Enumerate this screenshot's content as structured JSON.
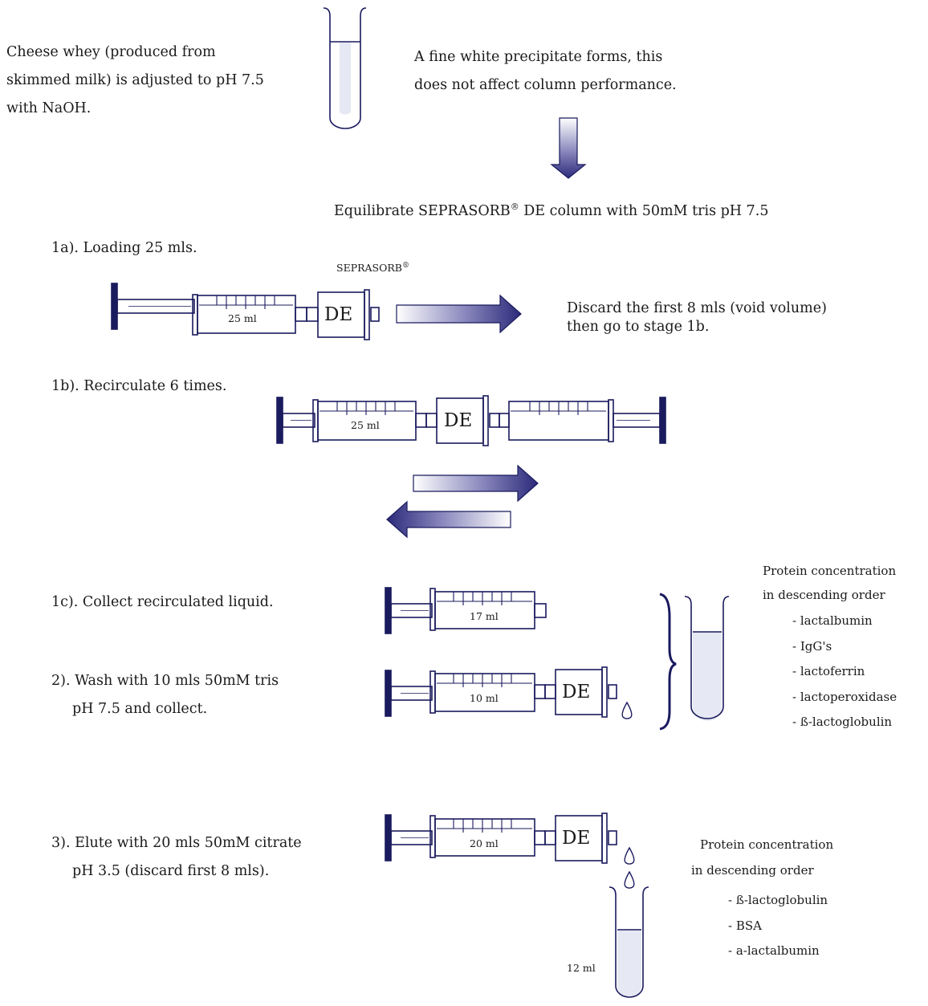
{
  "intro": {
    "whey_lines": [
      "Cheese whey (produced from",
      "skimmed milk) is adjusted to pH 7.5",
      "with NaOH."
    ],
    "precipitate_lines": [
      "A fine white precipitate forms, this",
      "does not affect column performance."
    ],
    "equilibrate_pre": "Equilibrate SEPRASORB",
    "equilibrate_reg": "®",
    "equilibrate_post": " DE column with 50mM tris pH 7.5"
  },
  "step_1a": {
    "label": "1a). Loading 25 mls.",
    "column_brand": "SEPRASORB",
    "column_brand_reg": "®",
    "syringe_volume": "25 ml",
    "column_label": "DE",
    "note_lines": [
      "Discard the first 8 mls (void volume)",
      "then go to stage 1b."
    ]
  },
  "step_1b": {
    "label": "1b). Recirculate 6 times.",
    "syringe_volume": "25 ml",
    "column_label": "DE"
  },
  "step_1c": {
    "label": "1c). Collect recirculated liquid.",
    "syringe_volume": "17 ml"
  },
  "step_2": {
    "label_lines": [
      "2). Wash with 10 mls 50mM tris",
      "pH 7.5 and collect."
    ],
    "syringe_volume": "10 ml",
    "column_label": "DE"
  },
  "fraction_a": {
    "heading_lines": [
      "Protein concentration",
      "in descending order"
    ],
    "proteins": [
      "lactalbumin",
      "IgG's",
      "lactoferrin",
      "lactoperoxidase",
      "ß-lactoglobulin"
    ]
  },
  "step_3": {
    "label_lines": [
      "3). Elute with 20 mls 50mM citrate",
      "pH 3.5 (discard first 8 mls)."
    ],
    "syringe_volume": "20 ml",
    "column_label": "DE",
    "tube_volume": "12 ml"
  },
  "fraction_b": {
    "heading_lines": [
      "Protein concentration",
      "in descending order"
    ],
    "proteins": [
      "ß-lactoglobulin",
      "BSA",
      "a-lactalbumin"
    ]
  },
  "colors": {
    "ink": "#1a1a5e",
    "arrow_dark": "#2b2a7a",
    "liquid": "#e6e8f3"
  }
}
